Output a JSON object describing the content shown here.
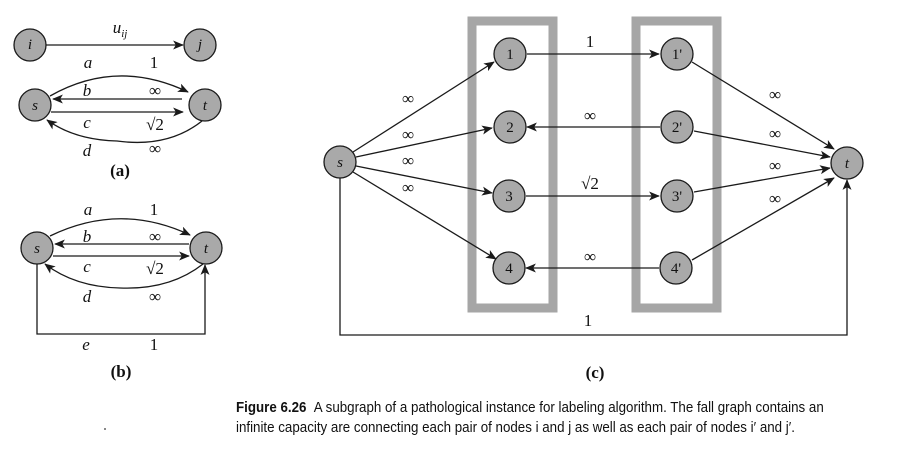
{
  "panel_a": {
    "legend_edge": {
      "from": "i",
      "to": "j",
      "label": "u_ij",
      "label_main": "u",
      "label_sub": "ij"
    },
    "nodes": [
      "s",
      "t"
    ],
    "arcs": [
      {
        "name": "a",
        "capacity": "1",
        "direction": "s->t"
      },
      {
        "name": "b",
        "capacity": "∞",
        "direction": "t->s"
      },
      {
        "name": "c",
        "capacity": "√2",
        "direction": "s->t"
      },
      {
        "name": "d",
        "capacity": "∞",
        "direction": "t->s"
      }
    ],
    "caption": "(a)"
  },
  "panel_b": {
    "nodes": [
      "s",
      "t"
    ],
    "arcs": [
      {
        "name": "a",
        "capacity": "1",
        "direction": "s->t"
      },
      {
        "name": "b",
        "capacity": "∞",
        "direction": "t->s"
      },
      {
        "name": "c",
        "capacity": "√2",
        "direction": "s->t"
      },
      {
        "name": "d",
        "capacity": "∞",
        "direction": "t->s"
      },
      {
        "name": "e",
        "capacity": "1",
        "direction": "s->t"
      }
    ],
    "caption": "(b)"
  },
  "panel_c": {
    "source": "s",
    "sink": "t",
    "left_nodes": [
      "1",
      "2",
      "3",
      "4"
    ],
    "right_nodes": [
      "1'",
      "2'",
      "3'",
      "4'"
    ],
    "source_arcs": [
      {
        "to": "1",
        "capacity": "∞"
      },
      {
        "to": "2",
        "capacity": "∞"
      },
      {
        "to": "3",
        "capacity": "∞"
      },
      {
        "to": "4",
        "capacity": "∞"
      }
    ],
    "middle_arcs": [
      {
        "from": "1",
        "to": "1'",
        "capacity": "1"
      },
      {
        "from": "2'",
        "to": "2",
        "capacity": "∞"
      },
      {
        "from": "3",
        "to": "3'",
        "capacity": "√2"
      },
      {
        "from": "4'",
        "to": "4",
        "capacity": "∞"
      }
    ],
    "sink_arcs": [
      {
        "from": "1'",
        "capacity": "∞"
      },
      {
        "from": "2'",
        "capacity": "∞"
      },
      {
        "from": "3'",
        "capacity": "∞"
      },
      {
        "from": "4'",
        "capacity": "∞"
      }
    ],
    "bypass_arc": {
      "from": "s",
      "to": "t",
      "capacity": "1"
    },
    "caption": "(c)"
  },
  "figure_caption": {
    "number": "Figure 6.26",
    "text": "A subgraph of a pathological instance for labeling algorithm. The fall graph contains an infinite capacity are connecting each pair of nodes i and j as well as each pair of nodes i′ and j′."
  }
}
